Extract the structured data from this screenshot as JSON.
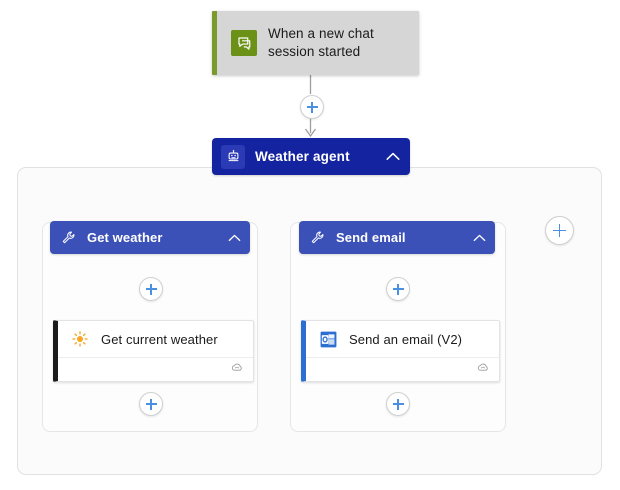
{
  "flow": {
    "trigger": {
      "title": "When a new chat session started",
      "icon": "chat-bubble-icon",
      "accent_color": "#7a9a2e",
      "icon_bg": "#6b9117",
      "card_bg": "#d6d6d6"
    },
    "agent": {
      "title": "Weather agent",
      "icon": "robot-icon",
      "collapse_icon": "chevron-up-icon",
      "header_color": "#1423a0",
      "icon_bg": "#2b3bb5"
    },
    "tools": [
      {
        "title": "Get weather",
        "icon": "wrench-icon",
        "collapse_icon": "chevron-up-icon",
        "header_color": "#3b51b8",
        "action": {
          "title": "Get current weather",
          "icon": "sun-icon",
          "footer_icon": "cloud-connector-icon",
          "accent_color": "#1b1b1b"
        }
      },
      {
        "title": "Send email",
        "icon": "wrench-icon",
        "collapse_icon": "chevron-up-icon",
        "header_color": "#3b51b8",
        "action": {
          "title": "Send an email (V2)",
          "icon": "outlook-icon",
          "footer_icon": "cloud-connector-icon",
          "accent_color": "#2c6fd1"
        }
      }
    ],
    "add_buttons": {
      "label": "+",
      "color": "#4a90e2",
      "names": [
        "add-step-after-trigger",
        "add-step-get-weather-before",
        "add-step-get-weather-after",
        "add-step-send-email-before",
        "add-step-send-email-after",
        "add-tool-to-agent"
      ]
    },
    "edge_color": "#9e9e9e"
  }
}
